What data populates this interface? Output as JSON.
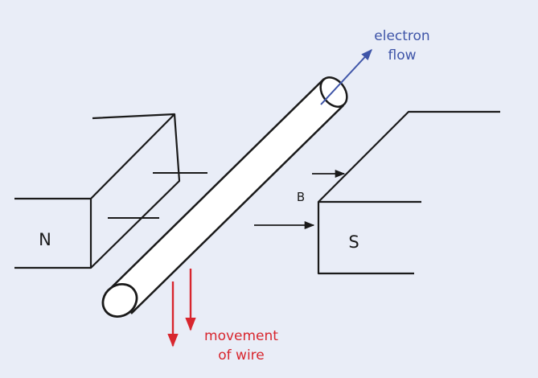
{
  "colors": {
    "background": "#e9edf7",
    "line": "#1a1a1a",
    "electron_flow": "#3f55a8",
    "movement": "#d8262e",
    "wire_fill": "#ffffff"
  },
  "labels": {
    "north_pole": "N",
    "south_pole": "S",
    "field": "B",
    "electron_flow_line1": "electron",
    "electron_flow_line2": "flow",
    "movement_line1": "movement",
    "movement_line2": "of wire"
  }
}
